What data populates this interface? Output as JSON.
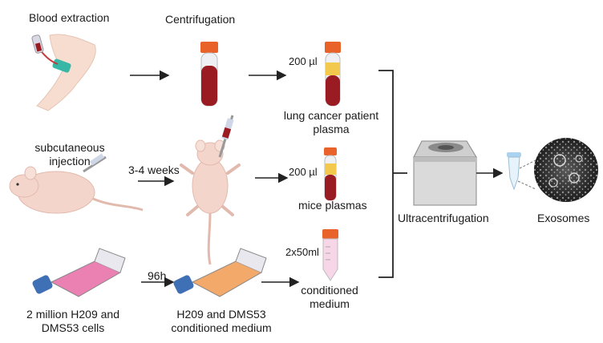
{
  "row1": {
    "step1_title": "Blood extraction",
    "step2_title": "Centrifugation",
    "volume": "200 µl",
    "sample_line1": "lung cancer patient",
    "sample_line2": "plasma"
  },
  "row2": {
    "injection_line1": "subcutaneous",
    "injection_line2": "injection",
    "duration": "3-4 weeks",
    "volume": "200 µl",
    "sample": "mice plasmas"
  },
  "row3": {
    "cells_line1": "2 million H209 and",
    "cells_line2": "DMS53 cells",
    "duration": "96h",
    "flask_line1": "H209 and DMS53",
    "flask_line2": "conditioned medium",
    "volume": "2x50ml",
    "sample_line1": "conditioned",
    "sample_line2": "medium"
  },
  "right": {
    "process": "Ultracentrifugation",
    "product": "Exosomes"
  },
  "colors": {
    "blood": "#9b1b22",
    "plasma": "#f2c94c",
    "tube_cap": "#e8622a",
    "medium_pink": "#e86aa6",
    "medium_orange": "#f2a05a",
    "flask_cap": "#3f6fb5",
    "mouse_skin": "#f4d5cc",
    "arm_skin": "#f6ddd0",
    "arrow": "#222222"
  }
}
